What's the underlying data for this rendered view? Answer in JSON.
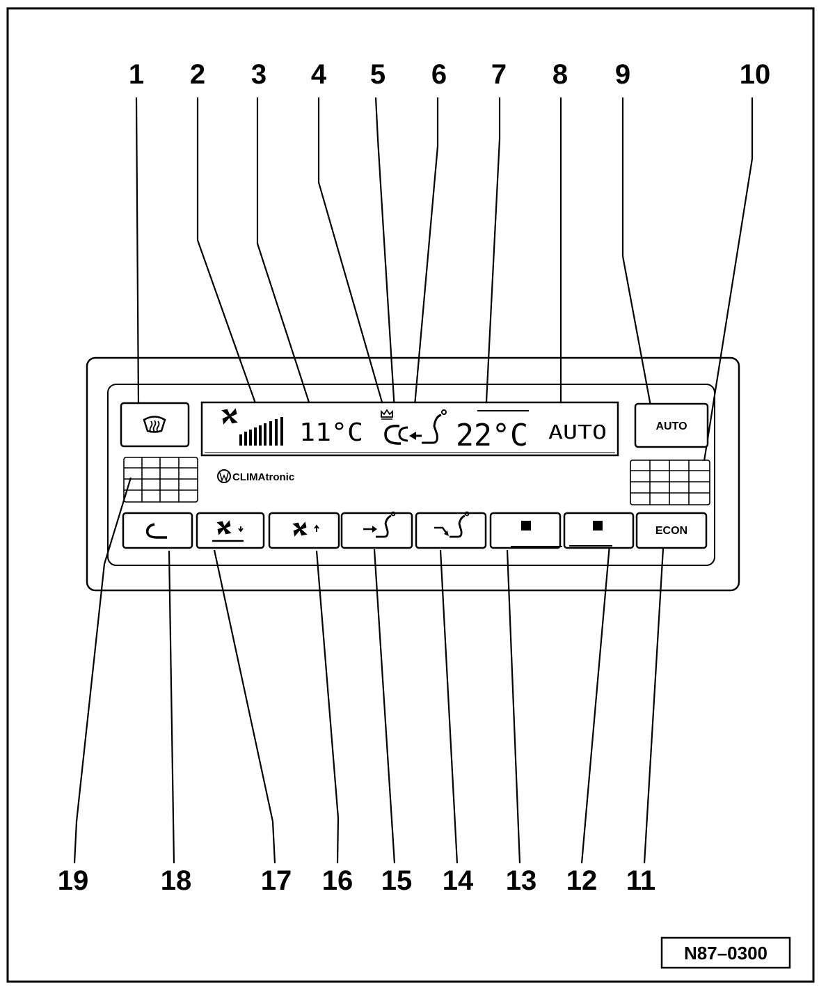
{
  "callouts": {
    "top": [
      "1",
      "2",
      "3",
      "4",
      "5",
      "6",
      "7",
      "8",
      "9",
      "10"
    ],
    "bottom": [
      "19",
      "18",
      "17",
      "16",
      "15",
      "14",
      "13",
      "12",
      "11"
    ]
  },
  "display": {
    "outside_temp": "11°C",
    "set_temp": "22°C",
    "mode": "AUTO"
  },
  "brand": "CLIMAtronic",
  "buttons": {
    "auto": "AUTO",
    "econ": "ECON"
  },
  "reference": "N87–0300",
  "icons": {
    "defrost": "windshield-defrost-icon",
    "fan": "fan-icon",
    "recirculation": "recirculation-icon",
    "seat": "seat-icon",
    "fan_speed_down": "fan-speed-down-icon",
    "fan_speed_up": "fan-speed-up-icon",
    "air_to_body": "air-to-body-icon",
    "air_to_feet": "air-to-footwell-icon"
  }
}
